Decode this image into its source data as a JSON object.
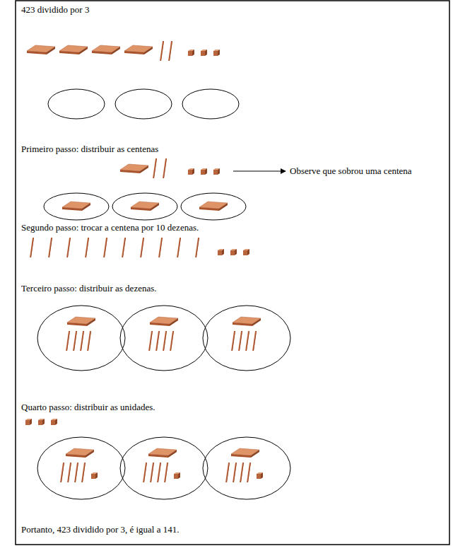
{
  "diagram": {
    "title": "423 dividido por 3",
    "labels": [
      "Primeiro passo: distribuir as centenas",
      "Observe que sobrou uma centena",
      "Segundo passo: trocar a centena por 10 dezenas.",
      "Terceiro passo: distribuir as dezenas.",
      "Quarto passo: distribuir as unidades.",
      "Portanto, 423 dividido por 3, é igual a 141."
    ]
  }
}
